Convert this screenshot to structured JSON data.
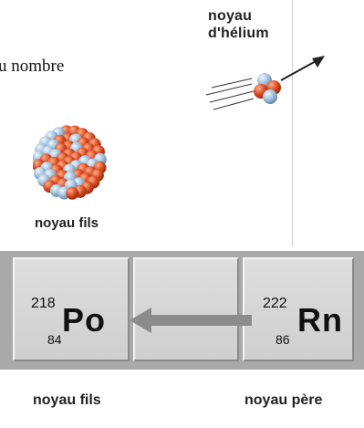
{
  "fragment_text": "u nombre",
  "helium": {
    "line1": "noyau",
    "line2": "d'hélium"
  },
  "daughter_nucleus_label": "noyau fils",
  "table": {
    "left_cell": {
      "mass_number": "218",
      "atomic_number": "84",
      "symbol": "Po"
    },
    "right_cell": {
      "mass_number": "222",
      "atomic_number": "86",
      "symbol": "Rn"
    }
  },
  "bottom_labels": {
    "left": "noyau fils",
    "right": "noyau père"
  },
  "colors": {
    "proton": "#d9481f",
    "neutron": "#9fbfdc",
    "arrow_gray": "#8c8c8c",
    "cell_face": "#d6d6d6"
  }
}
